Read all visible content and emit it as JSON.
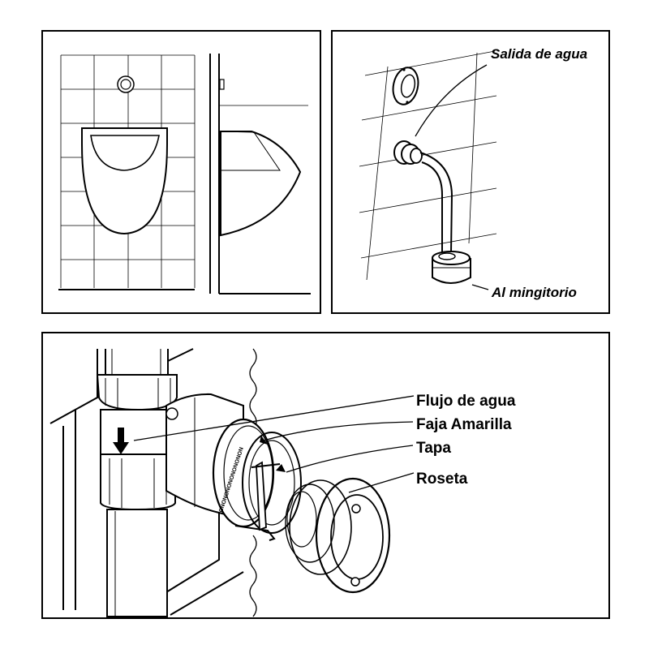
{
  "panels": {
    "urinal_views": {},
    "connection": {
      "labels": {
        "outlet": "Salida de agua",
        "to_urinal": "Al mingitorio"
      }
    },
    "valve_detail": {
      "labels": {
        "water_flow": "Flujo de agua",
        "yellow_band": "Faja Amarilla",
        "cap": "Tapa",
        "rosette": "Roseta"
      }
    }
  }
}
